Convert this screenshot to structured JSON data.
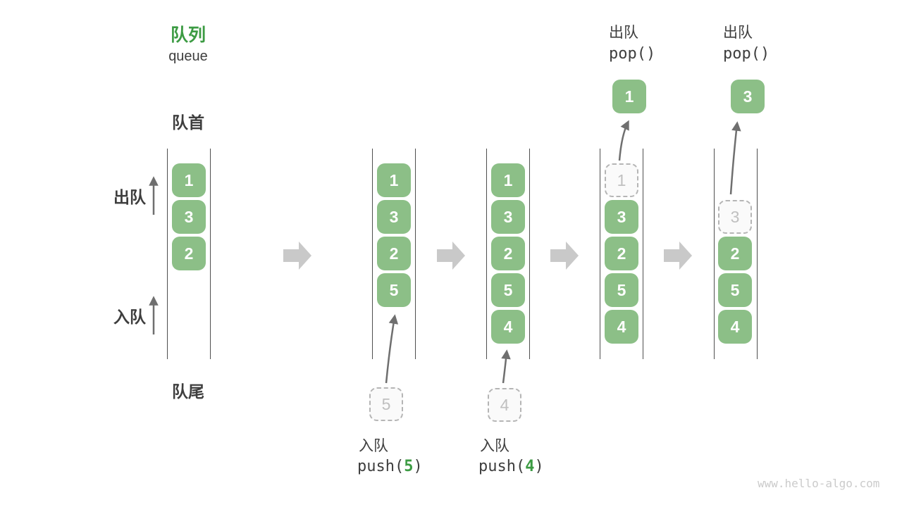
{
  "header": {
    "title_zh": "队列",
    "title_en": "queue"
  },
  "labels": {
    "front": "队首",
    "rear": "队尾",
    "dequeue": "出队",
    "enqueue": "入队"
  },
  "colors": {
    "accent_green": "#3C9B43",
    "box_green": "#8CBF87",
    "box_text": "#FFFFFF",
    "text_dark": "#3E3E3E",
    "line_gray": "#4F4F4F",
    "thin_arrow_gray": "#6F6F6F",
    "block_arrow_gray": "#C9C9C9",
    "dashed_border_gray": "#B5B5B5",
    "dashed_fill": "#FAFAFA",
    "dashed_text_gray": "#C0C0C0",
    "watermark_gray": "#CBCBCB"
  },
  "states": [
    {
      "name": "initial",
      "cells": [
        {
          "value": "1"
        },
        {
          "value": "3"
        },
        {
          "value": "2"
        }
      ]
    },
    {
      "name": "after-push-5",
      "cells": [
        {
          "value": "1"
        },
        {
          "value": "3"
        },
        {
          "value": "2"
        },
        {
          "value": "5"
        }
      ],
      "operation": {
        "label": "入队",
        "code_open": "push(",
        "code_arg": "5",
        "code_close": ")",
        "pending_value": "5"
      }
    },
    {
      "name": "after-push-4",
      "cells": [
        {
          "value": "1"
        },
        {
          "value": "3"
        },
        {
          "value": "2"
        },
        {
          "value": "5"
        },
        {
          "value": "4"
        }
      ],
      "operation": {
        "label": "入队",
        "code_open": "push(",
        "code_arg": "4",
        "code_close": ")",
        "pending_value": "4"
      }
    },
    {
      "name": "after-pop-1",
      "cells": [
        {
          "value": "1",
          "removed": true
        },
        {
          "value": "3"
        },
        {
          "value": "2"
        },
        {
          "value": "5"
        },
        {
          "value": "4"
        }
      ],
      "operation": {
        "label": "出队",
        "code": "pop()",
        "popped_value": "1"
      }
    },
    {
      "name": "after-pop-3",
      "cells": [
        {
          "value": "3",
          "removed": true
        },
        {
          "value": "2"
        },
        {
          "value": "5"
        },
        {
          "value": "4"
        }
      ],
      "operation": {
        "label": "出队",
        "code": "pop()",
        "popped_value": "3"
      }
    }
  ],
  "watermark": "www.hello-algo.com"
}
